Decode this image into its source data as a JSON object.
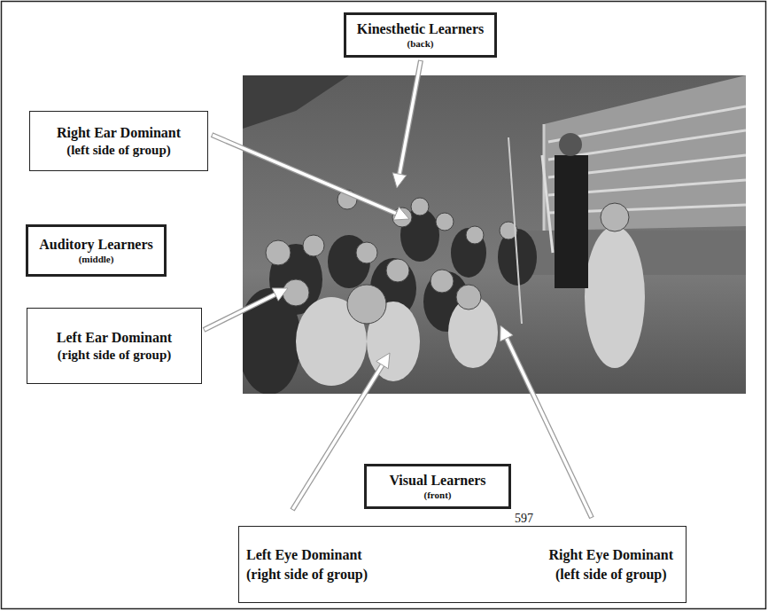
{
  "diagram": {
    "nodes": [
      {
        "text": [
          "Kinesthetic Learners",
          "(back)"
        ]
      },
      {
        "text": [
          "Right Ear Dominant",
          "(left side of group)"
        ]
      },
      {
        "text": [
          "Auditory Learners",
          "(middle)"
        ]
      },
      {
        "text": [
          "Left Ear Dominant",
          "(right side of group)"
        ]
      },
      {
        "text": [
          "Visual Learners",
          "(front)"
        ]
      },
      {
        "text": [
          "Left Eye Dominant",
          "(right side of group)",
          "Right Eye Dominant",
          "(left side of group)"
        ]
      }
    ],
    "edges": [],
    "labels": [
      "597"
    ]
  }
}
